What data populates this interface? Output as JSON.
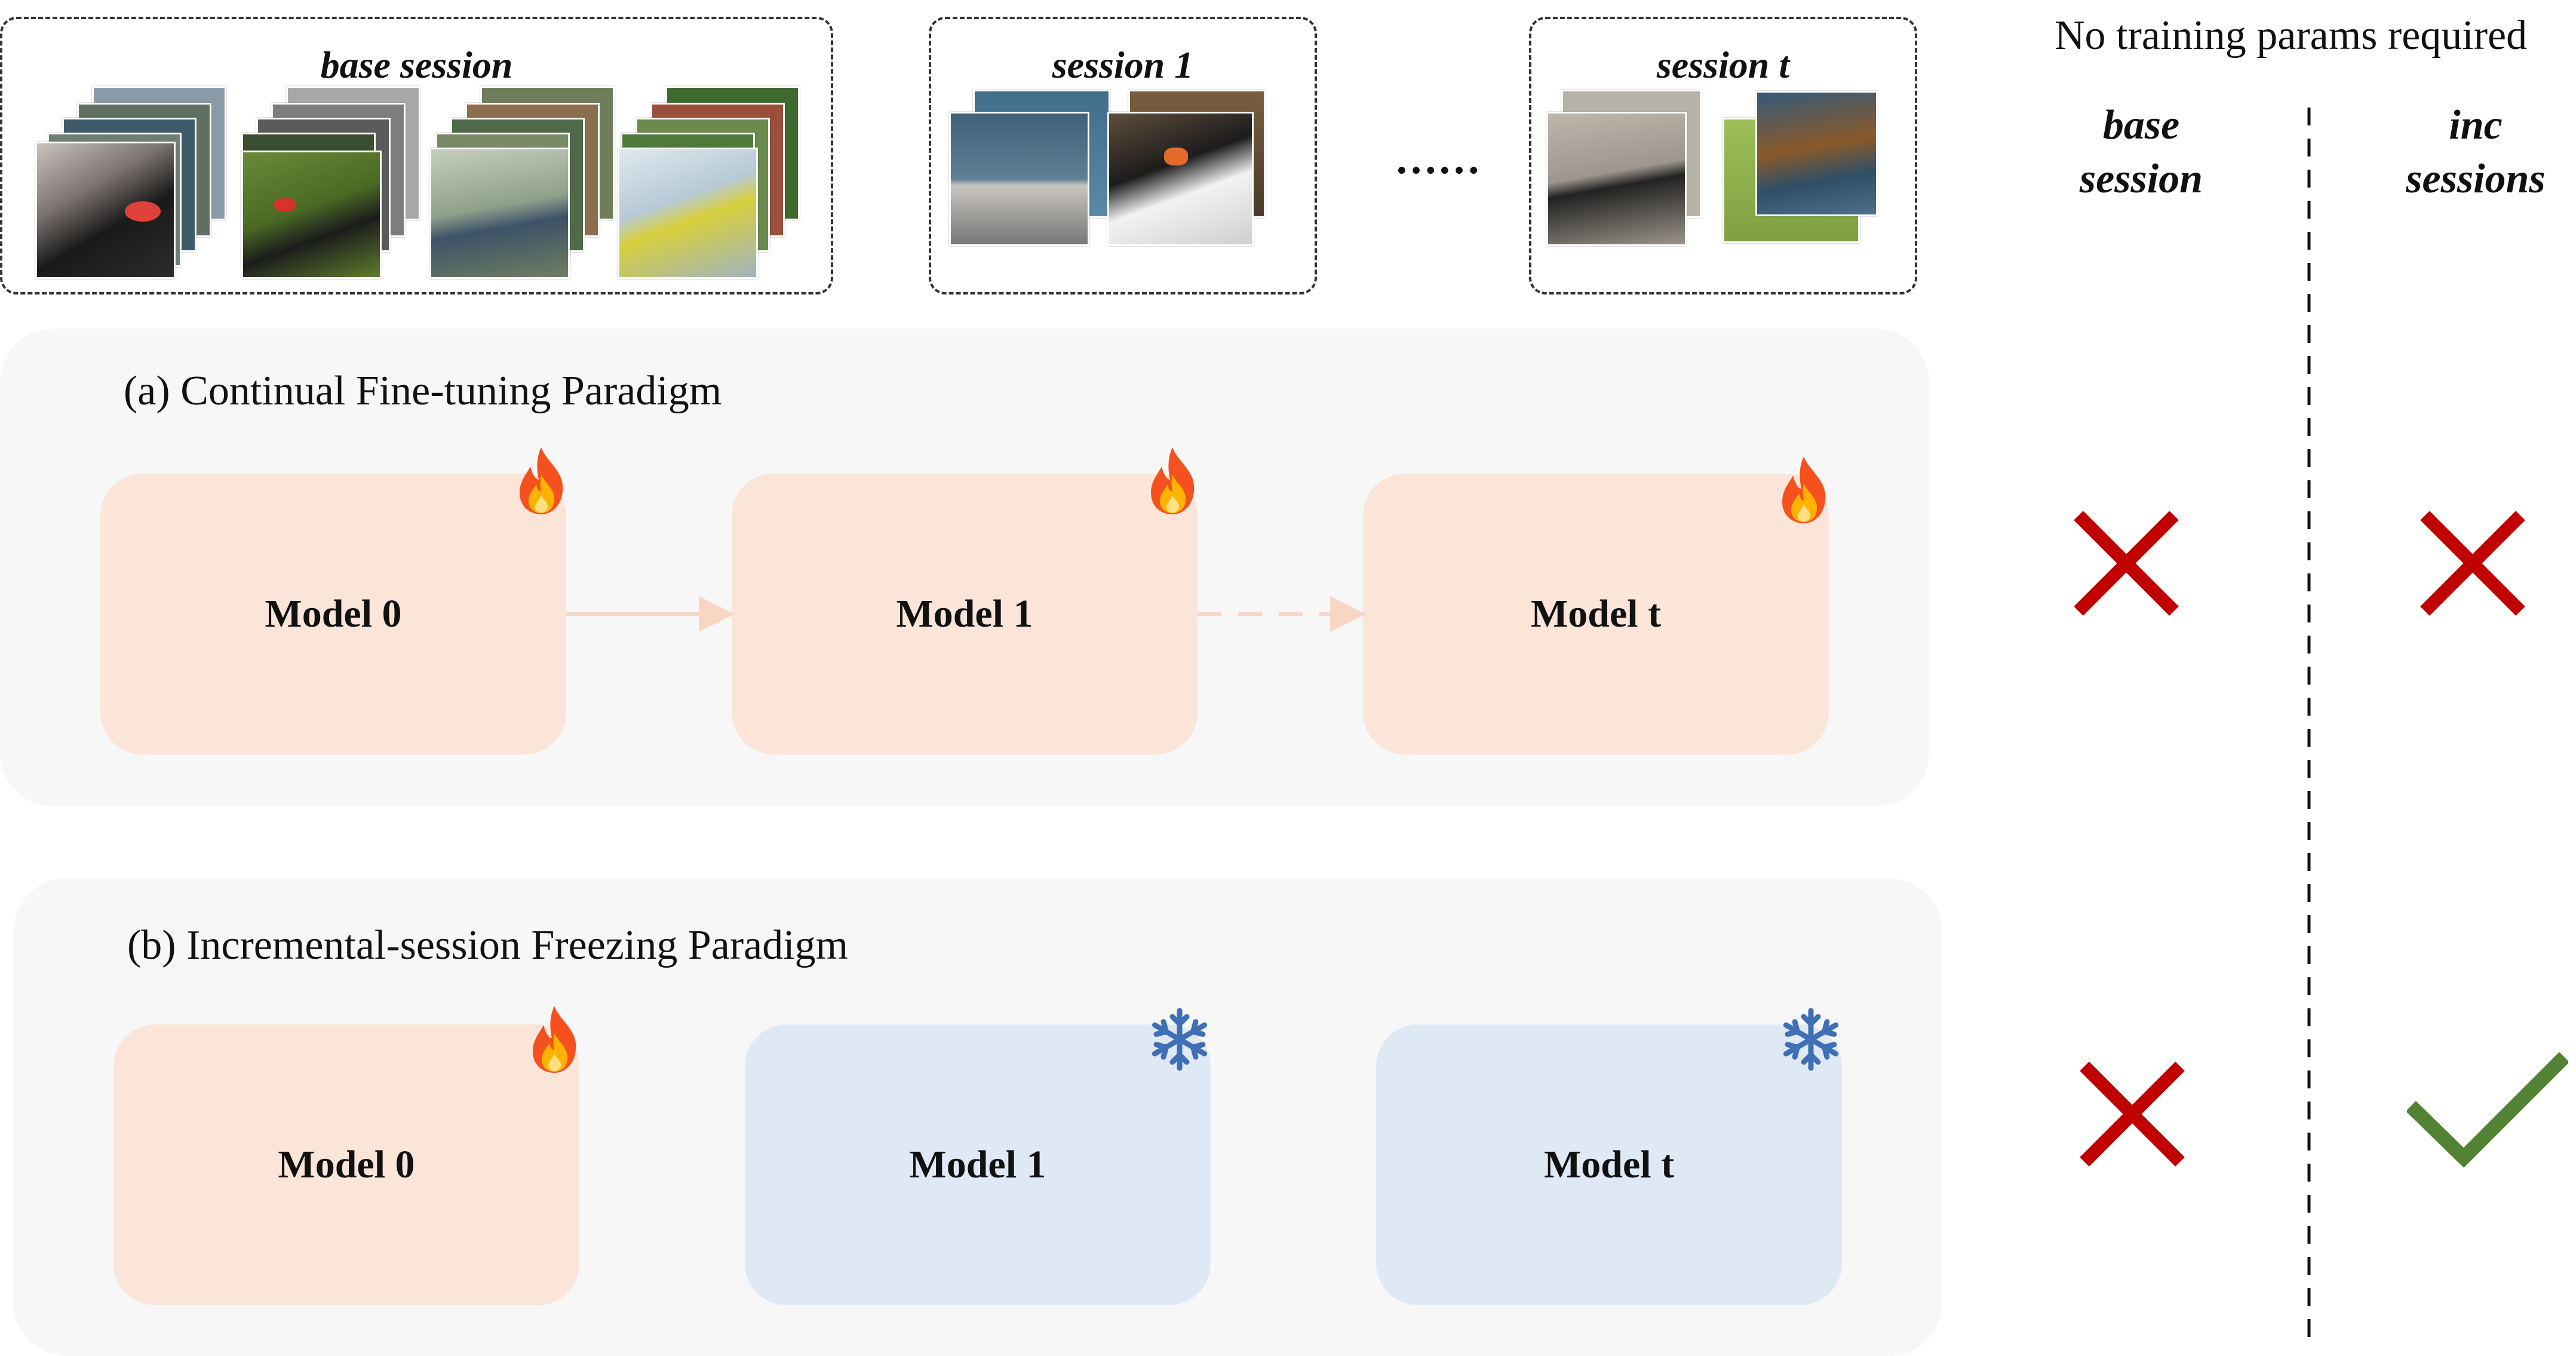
{
  "header": {
    "note": "No training params required",
    "col_base": [
      "base",
      "session"
    ],
    "col_inc": [
      "inc",
      "sessions"
    ]
  },
  "sessions": {
    "base": "base session",
    "s1": "session 1",
    "st": "session t",
    "ellipsis": "……"
  },
  "panel_a": {
    "title": "(a) Continual Fine-tuning Paradigm",
    "models": [
      "Model 0",
      "Model 1",
      "Model t"
    ],
    "base_required": "cross",
    "inc_required": "cross"
  },
  "panel_b": {
    "title": "(b) Incremental-session Freezing Paradigm",
    "models": [
      "Model 0",
      "Model 1",
      "Model t"
    ],
    "base_required": "cross",
    "inc_required": "check"
  },
  "icons": {
    "trainable": "fire-icon",
    "frozen": "snowflake-icon",
    "not_satisfied": "cross-icon",
    "satisfied": "check-icon"
  },
  "colors": {
    "warm_model": "#fae5d8",
    "cool_model": "#dfe9f5",
    "cross": "#c00000",
    "check": "#548235",
    "panel_bg": "#f7f7f8"
  }
}
